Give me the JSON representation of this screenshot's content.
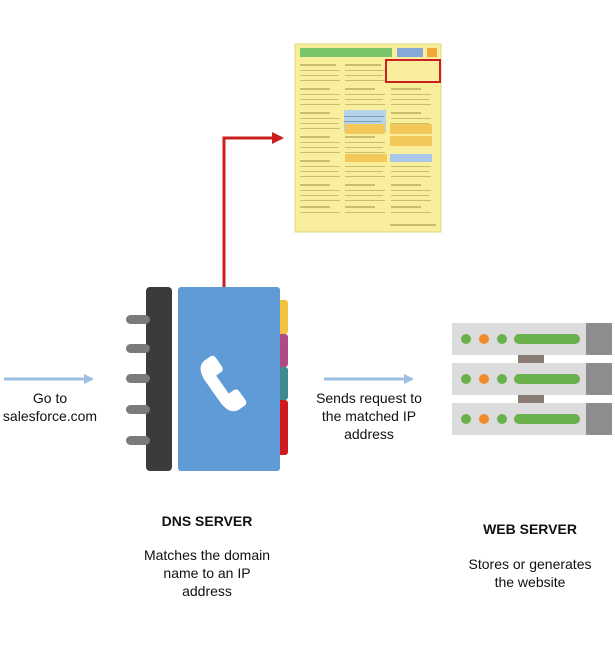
{
  "left": {
    "line1": "Go to",
    "line2": "salesforce.com"
  },
  "middle": {
    "request_line1": "Sends request to",
    "request_line2": "the matched IP",
    "request_line3": "address"
  },
  "dns": {
    "title": "DNS SERVER",
    "desc_line1": "Matches the domain",
    "desc_line2": "name to an IP",
    "desc_line3": "address"
  },
  "web": {
    "title": "WEB SERVER",
    "desc_line1": "Stores or generates",
    "desc_line2": "the website"
  },
  "icons": {
    "directory": "phone-book-icon",
    "phone": "phone-handset-icon",
    "server": "server-rack-icon",
    "document": "directory-page-icon"
  },
  "colors": {
    "arrow_blue": "#9dbfe0",
    "arrow_red": "#cc1f1f",
    "book_blue": "#5f9bd6",
    "server_green": "#6ab04c"
  }
}
